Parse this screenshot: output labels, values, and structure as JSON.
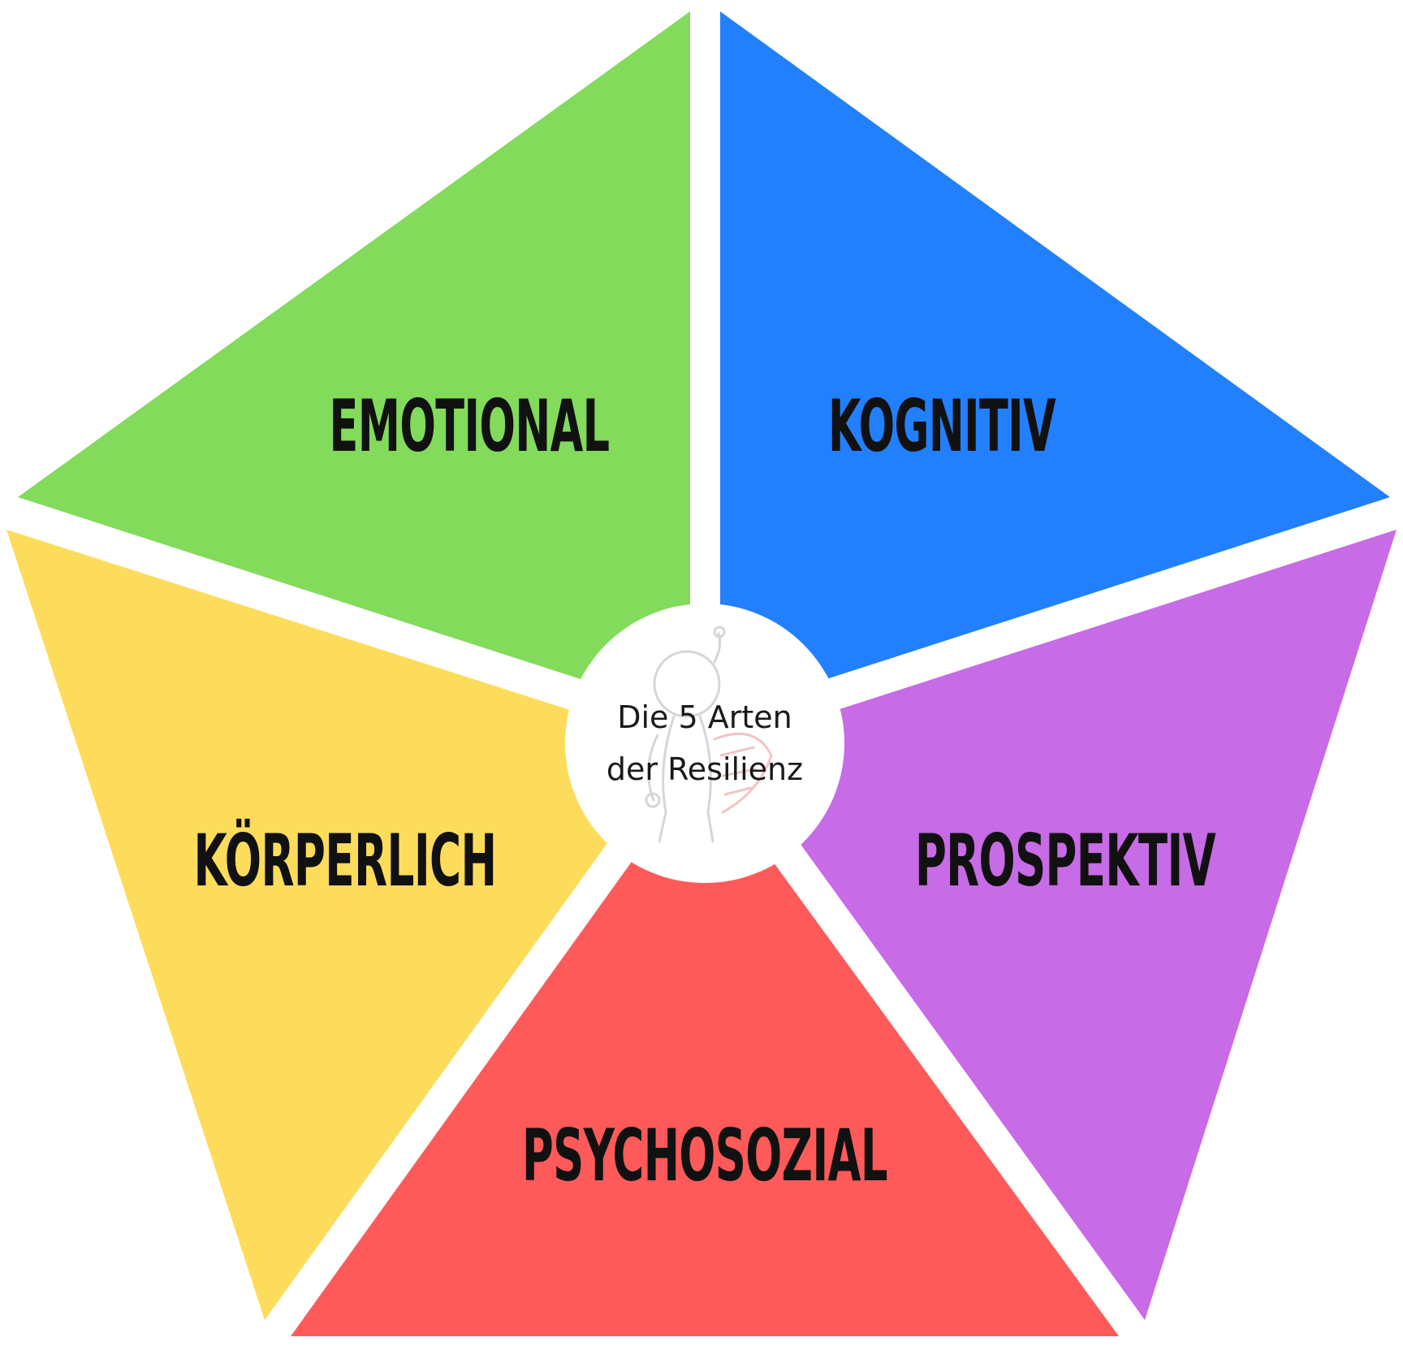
{
  "diagram": {
    "center": {
      "line1": "Die 5 Arten",
      "line2": "der Resilienz",
      "illustration": "sketch-figure-icon"
    },
    "segments": [
      {
        "key": "emotional",
        "label": "EMOTIONAL",
        "color": "#82DB5A"
      },
      {
        "key": "kognitiv",
        "label": "KOGNITIV",
        "color": "#2280FF"
      },
      {
        "key": "prospektiv",
        "label": "PROSPEKTIV",
        "color": "#C86BE6"
      },
      {
        "key": "psychosozial",
        "label": "PSYCHOSOZIAL",
        "color": "#FF5A5A"
      },
      {
        "key": "koerperlich",
        "label": "KÖRPERLICH",
        "color": "#FDDC5C"
      }
    ]
  }
}
